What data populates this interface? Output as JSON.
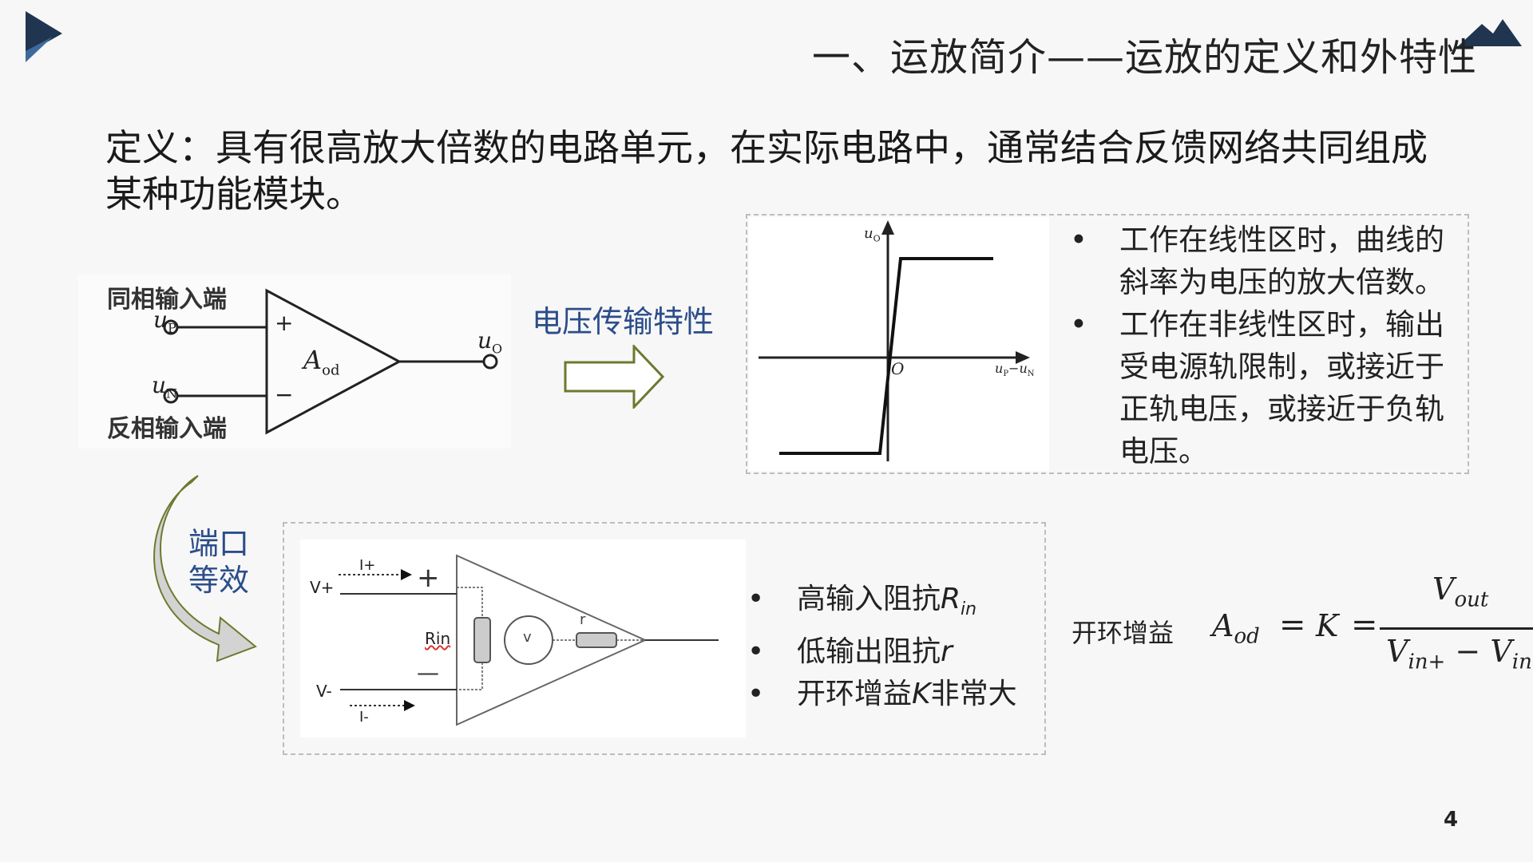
{
  "header": {
    "title": "一、运放简介——运放的定义和外特性"
  },
  "definition": "定义：具有很高放大倍数的电路单元，在实际电路中，通常结合反馈网络共同组成某种功能模块。",
  "opamp_symbol": {
    "noninverting_label": "同相输入端",
    "inverting_label": "反相输入端",
    "plus_sign": "+",
    "minus_sign": "−",
    "up": "u",
    "up_sub": "P",
    "un": "u",
    "un_sub": "N",
    "uo": "u",
    "uo_sub": "O",
    "gain": "A",
    "gain_sub": "od"
  },
  "vtc": {
    "label": "电压传输特性",
    "axis_y": "u",
    "axis_y_sub": "O",
    "origin": "O",
    "axis_x": "u",
    "axis_x_sub1": "P",
    "axis_x_mid": "−u",
    "axis_x_sub2": "N",
    "bullets": [
      "工作在线性区时，曲线的斜率为电压的放大倍数。",
      "工作在非线性区时，输出受电源轨限制，或接近于正轨电压，或接近于负轨电压。"
    ]
  },
  "port": {
    "label": "端口等效",
    "vplus": "V+",
    "vminus": "V-",
    "iplus": "I+",
    "iminus": "I-",
    "plus_sign": "+",
    "minus_sign": "—",
    "rin": "Rin",
    "v": "v",
    "r": "r",
    "bullets": [
      {
        "text": "高输入阻抗",
        "sym": "R",
        "sub": "in"
      },
      {
        "text": "低输出阻抗",
        "sym": "r",
        "sub": ""
      },
      {
        "text": "开环增益",
        "sym": "K",
        "tail": "非常大"
      }
    ]
  },
  "gain_formula": {
    "label": "开环增益",
    "lhs": "A",
    "lhs_sub": "od",
    "eq1": "=",
    "K": "K",
    "eq2": "=",
    "num": "V",
    "num_sub": "out",
    "den1": "V",
    "den1_sub": "in+",
    "den_minus": "−",
    "den2": "V",
    "den2_sub": "in"
  },
  "bullet_char": "•",
  "page_number": "4",
  "colors": {
    "accent_dark": "#1f3550",
    "label_blue": "#2b4d8a",
    "arrow_olive": "#6b7a2e"
  }
}
